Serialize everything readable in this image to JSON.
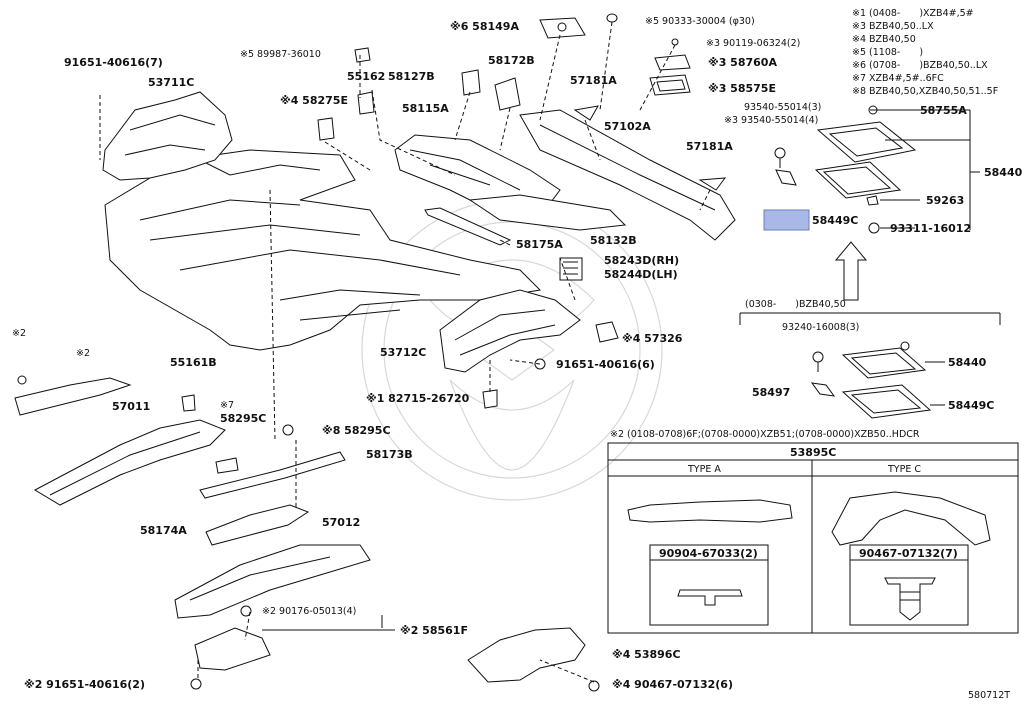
{
  "diagram_code": "580712T",
  "watermark": "Amayama",
  "legend": [
    "※1 (0408-　　)XZB4#,5#",
    "※3 BZB40,50..LX",
    "※4 BZB40,50",
    "※5 (1108-　　)",
    "※6 (0708-　　)BZB40,50..LX",
    "※7 XZB4#,5#..6FC",
    "※8 BZB40,50,XZB40,50,51..5F"
  ],
  "labels": {
    "l01": "91651-40616(7)",
    "l02": "53711C",
    "l03": "※5 89987-36010",
    "l04": "55162",
    "l05": "58127B",
    "l06": "※4 58275E",
    "l07": "58115A",
    "l08": "※6 58149A",
    "l09": "58172B",
    "l10": "※5 90333-30004 (φ30)",
    "l11": "※3 90119-06324(2)",
    "l12": "※3 58760A",
    "l13": "※3 58575E",
    "l14": "57181A",
    "l15": "57102A",
    "l16": "57181A",
    "l17": "93540-55014(3)",
    "l18": "※3 93540-55014(4)",
    "l19": "58755A",
    "l20": "58440",
    "l21": "59263",
    "l22": "58449C",
    "l23": "93311-16012",
    "l24": "58175A",
    "l25": "58132B",
    "l26": "58243D(RH)",
    "l27": "58244D(LH)",
    "l28": "(0308-　　)BZB40,50",
    "l29": "93240-16008(3)",
    "l30": "58440",
    "l31": "58497",
    "l32": "58449C",
    "l33": "53712C",
    "l34": "※4 57326",
    "l35": "91651-40616(6)",
    "l36": "※1 82715-26720",
    "l37": "※2",
    "l38": "※2",
    "l39": "55161B",
    "l40": "57011",
    "l41": "※7",
    "l42": "58295C",
    "l43": "※8 58295C",
    "l44": "58173B",
    "l45": "58174A",
    "l46": "57012",
    "l47": "※2 90176-05013(4)",
    "l48": "※2 58561F",
    "l49": "※4 53896C",
    "l50": "※2 91651-40616(2)",
    "l51": "※4 90467-07132(6)"
  },
  "inset": {
    "header": "※2 (0108-0708)6F;(0708-0000)XZB51;(0708-0000)XZB50..HDCR",
    "part": "53895C",
    "type_a": "TYPE A",
    "type_c": "TYPE C",
    "clip_a": "90904-67033(2)",
    "clip_c": "90467-07132(7)"
  },
  "colors": {
    "ink": "#111111",
    "highlight": "#a9b8e6",
    "watermark": "#d8d8d8"
  }
}
